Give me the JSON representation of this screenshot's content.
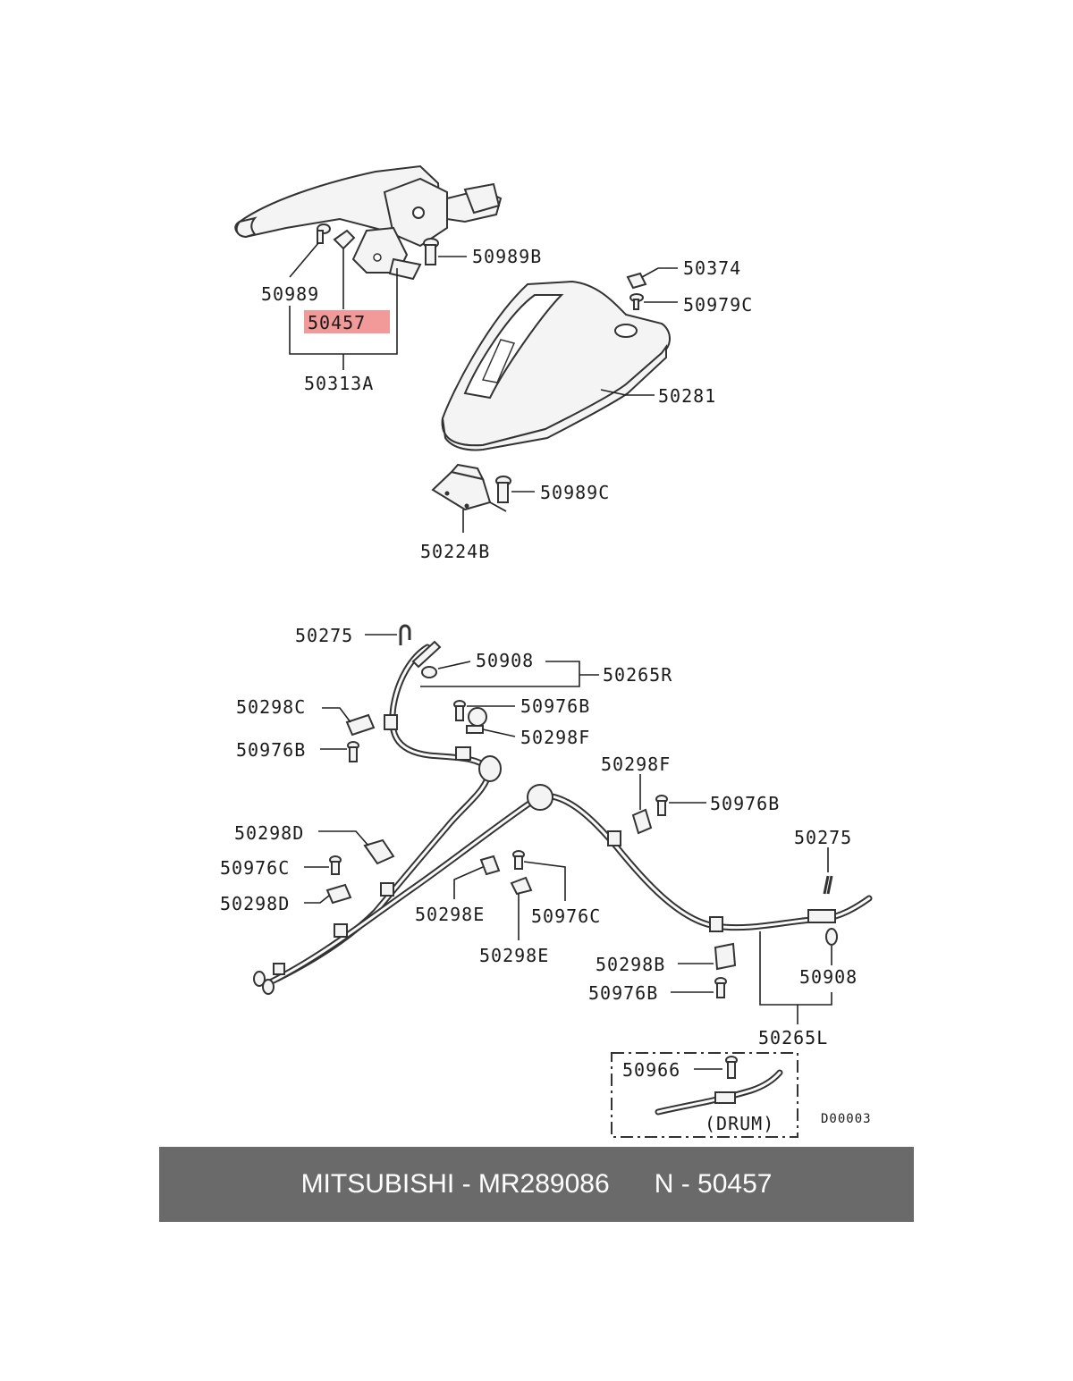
{
  "callouts": {
    "c50989B": "50989B",
    "c50989": "50989",
    "c50457": "50457",
    "c50313A": "50313A",
    "c50374": "50374",
    "c50979C": "50979C",
    "c50281": "50281",
    "c50989C": "50989C",
    "c50224B": "50224B",
    "c50275a": "50275",
    "c50908a": "50908",
    "c50265R": "50265R",
    "c50298Ca": "50298C",
    "c50976Ba": "50976B",
    "c50976Bb": "50976B",
    "c50298Fa": "50298F",
    "c50298Fb": "50298F",
    "c50976Bc": "50976B",
    "c50275b": "50275",
    "c50298Da": "50298D",
    "c50976Ca": "50976C",
    "c50298Db": "50298D",
    "c50298Ea": "50298E",
    "c50976Cb": "50976C",
    "c50298Eb": "50298E",
    "c50298B": "50298B",
    "c50908b": "50908",
    "c50976Bd": "50976B",
    "c50265L": "50265L",
    "c50966": "50966",
    "drum": "(DRUM)",
    "code": "D00003"
  },
  "highlight_color": "#f29a9a",
  "caption": {
    "left": "MITSUBISHI - MR289086",
    "right": "N - 50457"
  }
}
